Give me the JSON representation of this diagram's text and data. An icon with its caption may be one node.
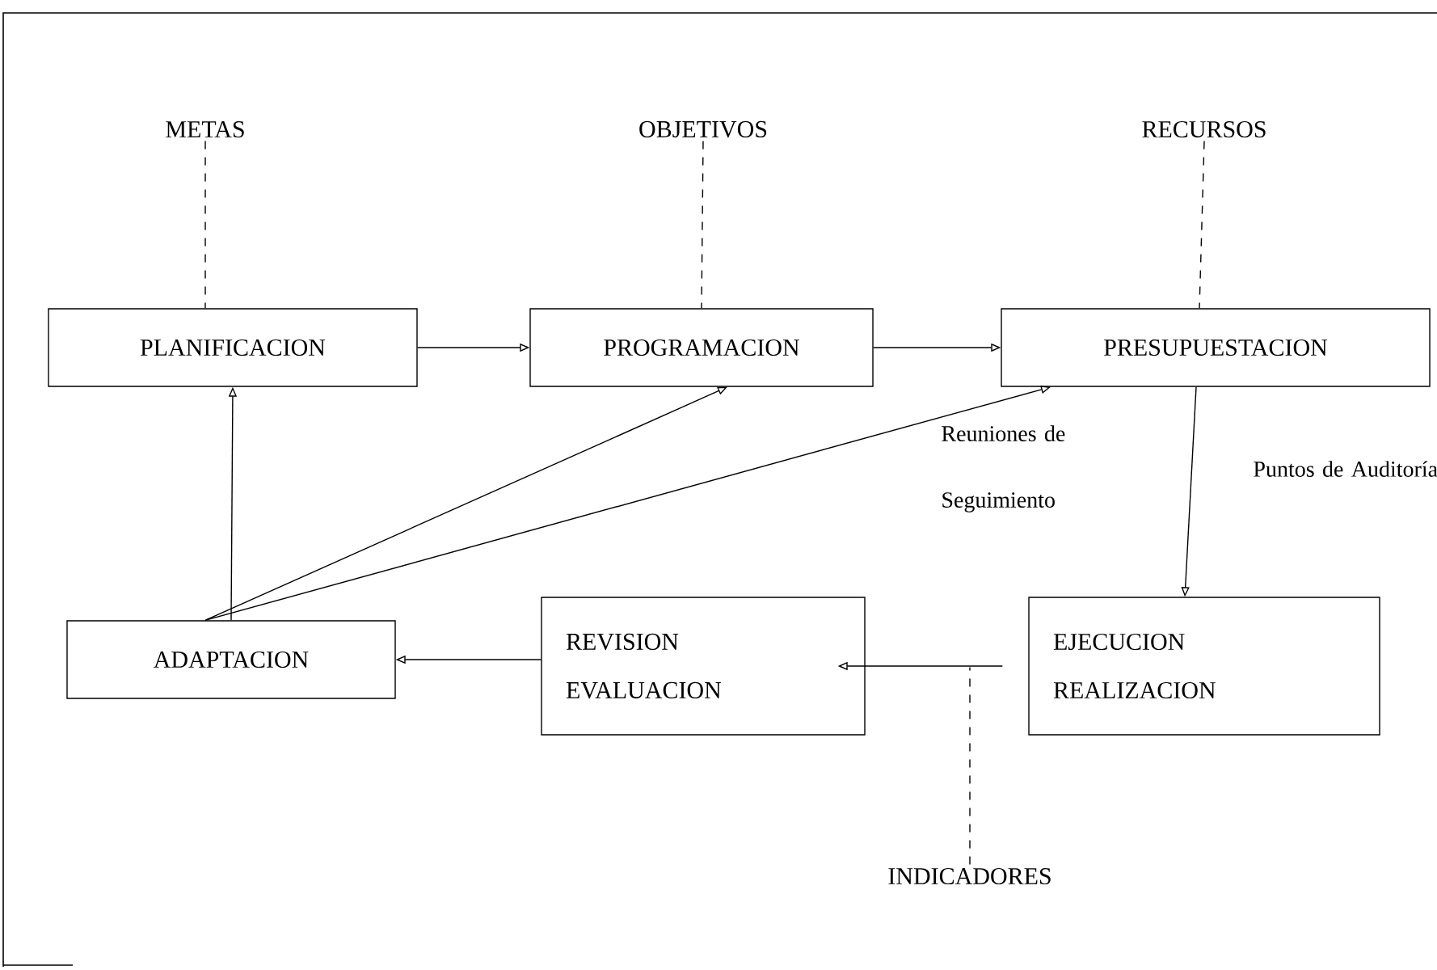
{
  "diagram": {
    "nodes": [
      {
        "text": [
          "METAS"
        ]
      },
      {
        "text": [
          "OBJETIVOS"
        ]
      },
      {
        "text": [
          "RECURSOS"
        ]
      },
      {
        "text": [
          "PLANIFICACION"
        ]
      },
      {
        "text": [
          "PROGRAMACION"
        ]
      },
      {
        "text": [
          "PRESUPUESTACION"
        ]
      },
      {
        "text": [
          "ADAPTACION"
        ]
      },
      {
        "text": [
          "REVISION EVALUACION"
        ]
      },
      {
        "text": [
          "EJECUCION REALIZACION"
        ]
      },
      {
        "text": [
          "INDICADORES"
        ]
      }
    ],
    "edges": [
      {
        "from": 0,
        "to": 3,
        "arrow": "none",
        "style": "dashed"
      },
      {
        "from": 1,
        "to": 4,
        "arrow": "none",
        "style": "dashed"
      },
      {
        "from": 2,
        "to": 5,
        "arrow": "none",
        "style": "dashed"
      },
      {
        "from": 3,
        "to": 4,
        "arrow": "to"
      },
      {
        "from": 4,
        "to": 5,
        "arrow": "to"
      },
      {
        "from": 5,
        "to": 8,
        "arrow": "to"
      },
      {
        "from": 8,
        "to": 7,
        "arrow": "to"
      },
      {
        "from": 7,
        "to": 6,
        "arrow": "to"
      },
      {
        "from": 6,
        "to": 3,
        "arrow": "to"
      },
      {
        "from": 6,
        "to": 4,
        "arrow": "to"
      },
      {
        "from": 6,
        "to": 5,
        "arrow": "to"
      },
      {
        "from": 9,
        "to": null,
        "arrow": "none",
        "style": "dashed"
      }
    ],
    "labels": [
      "Reuniones de Seguimiento",
      "Puntos de Auditoría"
    ]
  }
}
